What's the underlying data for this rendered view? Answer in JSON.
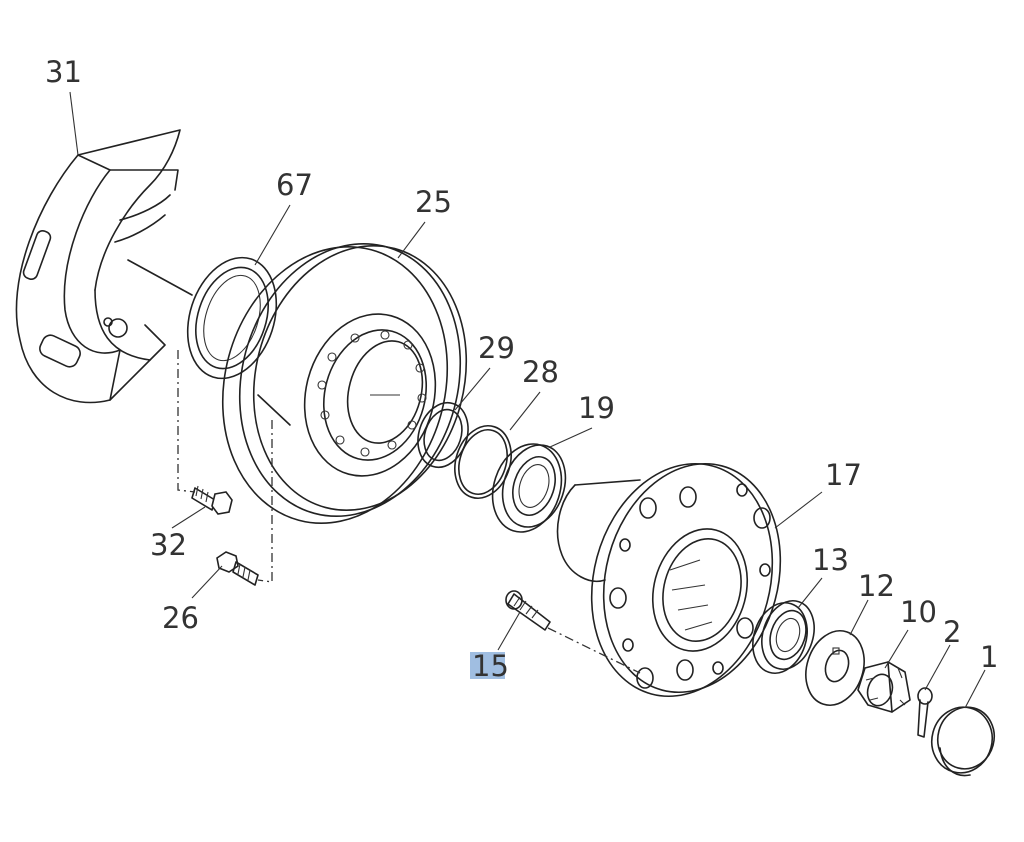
{
  "parts": [
    {
      "id": "p31",
      "label": "31",
      "name": "dust-cover"
    },
    {
      "id": "p67",
      "label": "67",
      "name": "oil-seal"
    },
    {
      "id": "p25",
      "label": "25",
      "name": "brake-disc"
    },
    {
      "id": "p29",
      "label": "29",
      "name": "spacer-ring"
    },
    {
      "id": "p28",
      "label": "28",
      "name": "snap-ring"
    },
    {
      "id": "p19",
      "label": "19",
      "name": "inner-bearing"
    },
    {
      "id": "p17",
      "label": "17",
      "name": "wheel-hub"
    },
    {
      "id": "p32",
      "label": "32",
      "name": "cover-bolt"
    },
    {
      "id": "p26",
      "label": "26",
      "name": "disc-bolt"
    },
    {
      "id": "p15",
      "label": "15",
      "name": "hub-bolt",
      "highlighted": true
    },
    {
      "id": "p13",
      "label": "13",
      "name": "outer-bearing"
    },
    {
      "id": "p12",
      "label": "12",
      "name": "lock-washer"
    },
    {
      "id": "p10",
      "label": "10",
      "name": "castle-nut"
    },
    {
      "id": "p2",
      "label": "2",
      "name": "cotter-pin"
    },
    {
      "id": "p1",
      "label": "1",
      "name": "hub-cap"
    }
  ],
  "highlight_color": "#8fb3dc"
}
